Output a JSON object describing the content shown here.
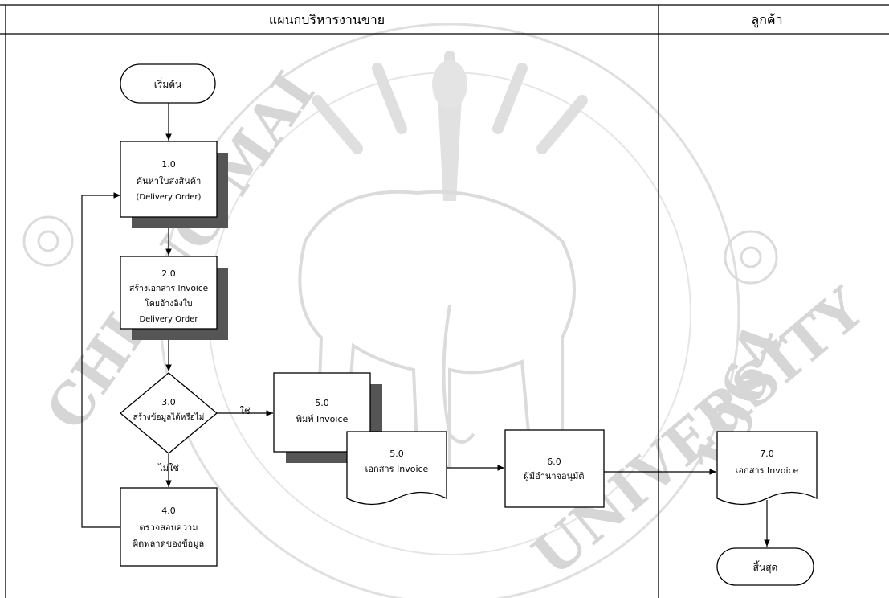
{
  "lanes": {
    "sales": "แผนกบริหารงานขาย",
    "customer": "ลูกค้า"
  },
  "nodes": {
    "start": "เริ่มต้น",
    "n1": [
      "1.0",
      "ค้นหาใบส่งสินค้า",
      "(Delivery Order)"
    ],
    "n2": [
      "2.0",
      "สร้างเอกสาร Invoice",
      "โดยอ้างอิงใบ",
      "Delivery Order"
    ],
    "n3": [
      "3.0",
      "สร้างข้อมูลได้หรือไม่"
    ],
    "n4": [
      "4.0",
      "ตรวจสอบความ",
      "ผิดพลาดของข้อมูล"
    ],
    "n5": [
      "5.0",
      "พิมพ์ Invoice"
    ],
    "n5doc": [
      "5.0",
      "เอกสาร Invoice"
    ],
    "n6": [
      "6.0",
      "ผู้มีอำนาจอนุมัติ"
    ],
    "n7doc": [
      "7.0",
      "เอกสาร Invoice"
    ],
    "end": "สิ้นสุด"
  },
  "edge_labels": {
    "yes": "ใช่",
    "no": "ไม่ใช่"
  },
  "watermark": {
    "left_arc": "CHIANG MAI",
    "right_arc": "UNIVERSITY",
    "year": "1964"
  }
}
